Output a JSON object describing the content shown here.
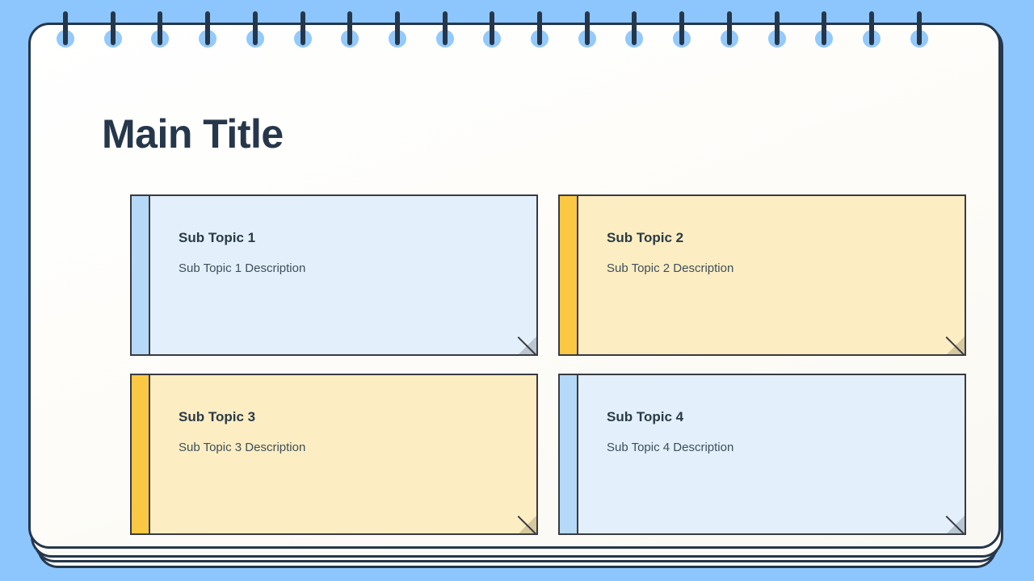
{
  "slide": {
    "title": "Main Title",
    "background_color": "#8cc6fc",
    "paper_color": "#fdfcf8",
    "ink_color": "#26374c",
    "spiral": {
      "ring_count": 19,
      "ring_color": "#26374c",
      "hole_color": "#93c9fb"
    }
  },
  "cards": [
    {
      "title": "Sub Topic 1",
      "description": "Sub Topic 1 Description",
      "theme": "blue",
      "fill_color": "#e3f0fc",
      "accent_color": "#b6d9f7"
    },
    {
      "title": "Sub Topic 2",
      "description": "Sub Topic 2 Description",
      "theme": "amber",
      "fill_color": "#fceec2",
      "accent_color": "#fbc844"
    },
    {
      "title": "Sub Topic 3",
      "description": "Sub Topic 3 Description",
      "theme": "amber",
      "fill_color": "#fceec2",
      "accent_color": "#fbc844"
    },
    {
      "title": "Sub Topic 4",
      "description": "Sub Topic 4 Description",
      "theme": "blue",
      "fill_color": "#e3f0fc",
      "accent_color": "#b6d9f7"
    }
  ]
}
